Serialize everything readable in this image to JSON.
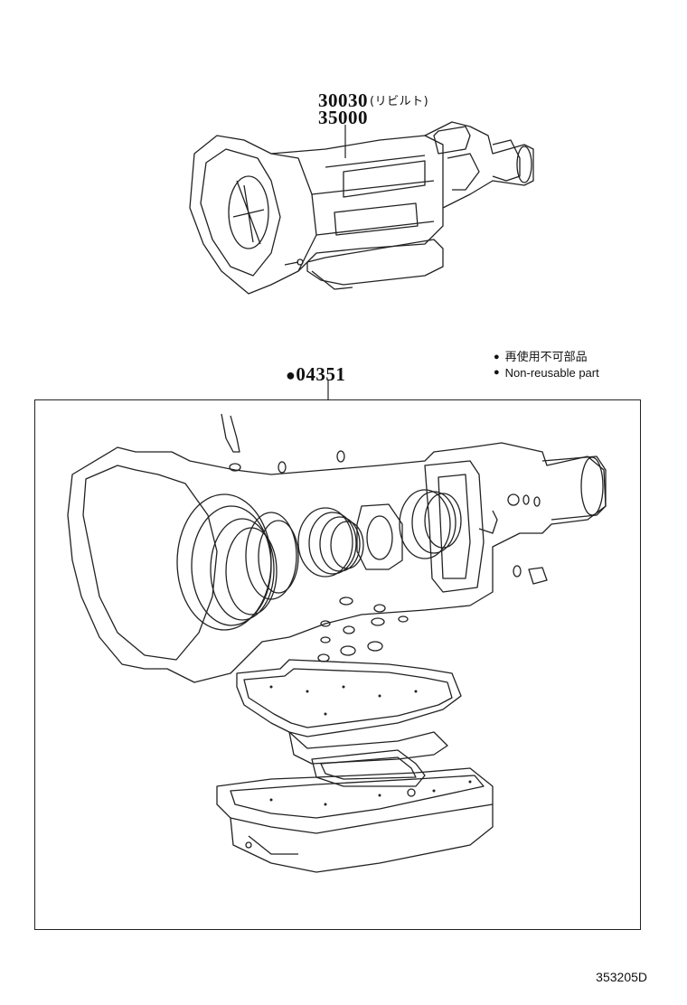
{
  "parts": {
    "transmission_rebuilt": {
      "number": "30030",
      "note": "(リビルト)"
    },
    "transmission": {
      "number": "35000"
    },
    "overhaul_kit": {
      "marker": "●",
      "number": "04351"
    }
  },
  "legend": [
    {
      "marker": "●",
      "text": "再使用不可部品"
    },
    {
      "marker": "●",
      "text": "Non-reusable part"
    }
  ],
  "diagram_id": "353205D"
}
